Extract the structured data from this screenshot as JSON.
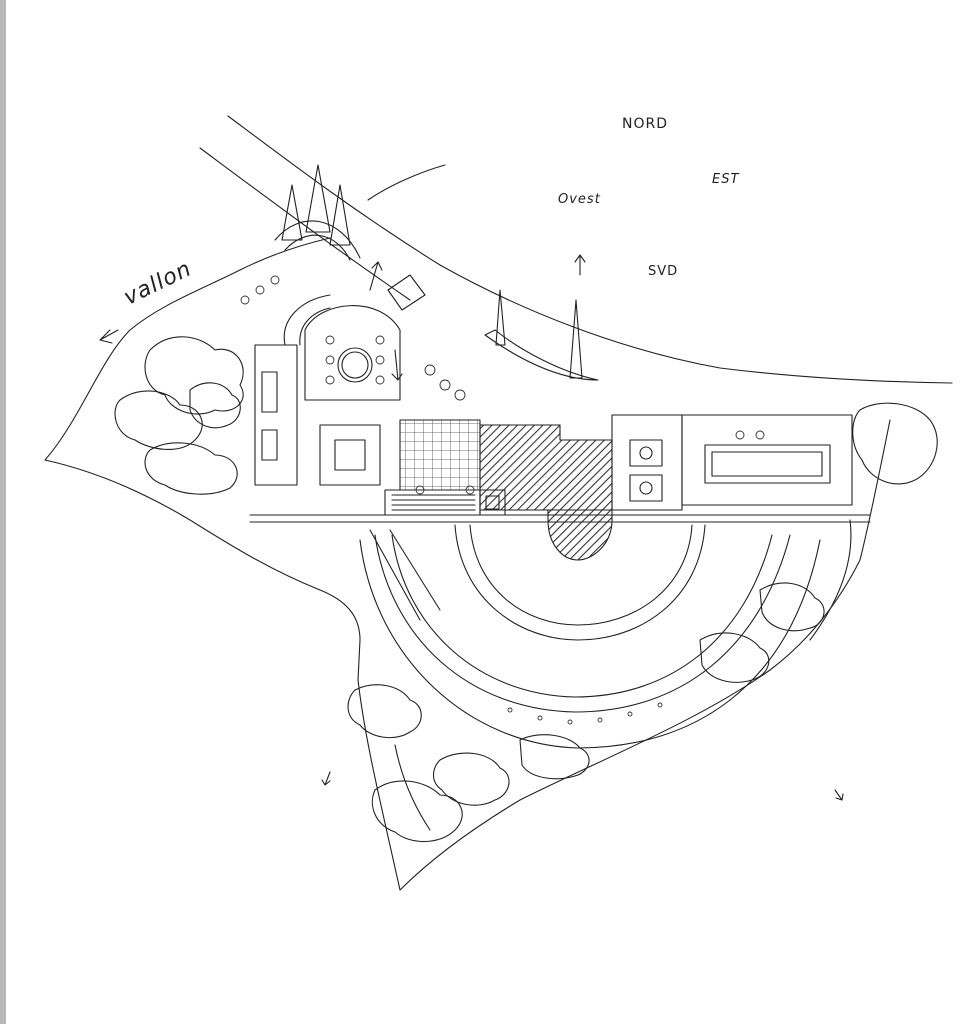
{
  "compass": {
    "north": "NORD",
    "west": "Ovest",
    "east": "EST",
    "south": "SVD"
  },
  "site": {
    "direction_label": "vallon"
  },
  "colors": {
    "ink": "#222222",
    "paper": "#ffffff",
    "hatch": "#444444",
    "margin_strip": "#b9b9b9"
  }
}
